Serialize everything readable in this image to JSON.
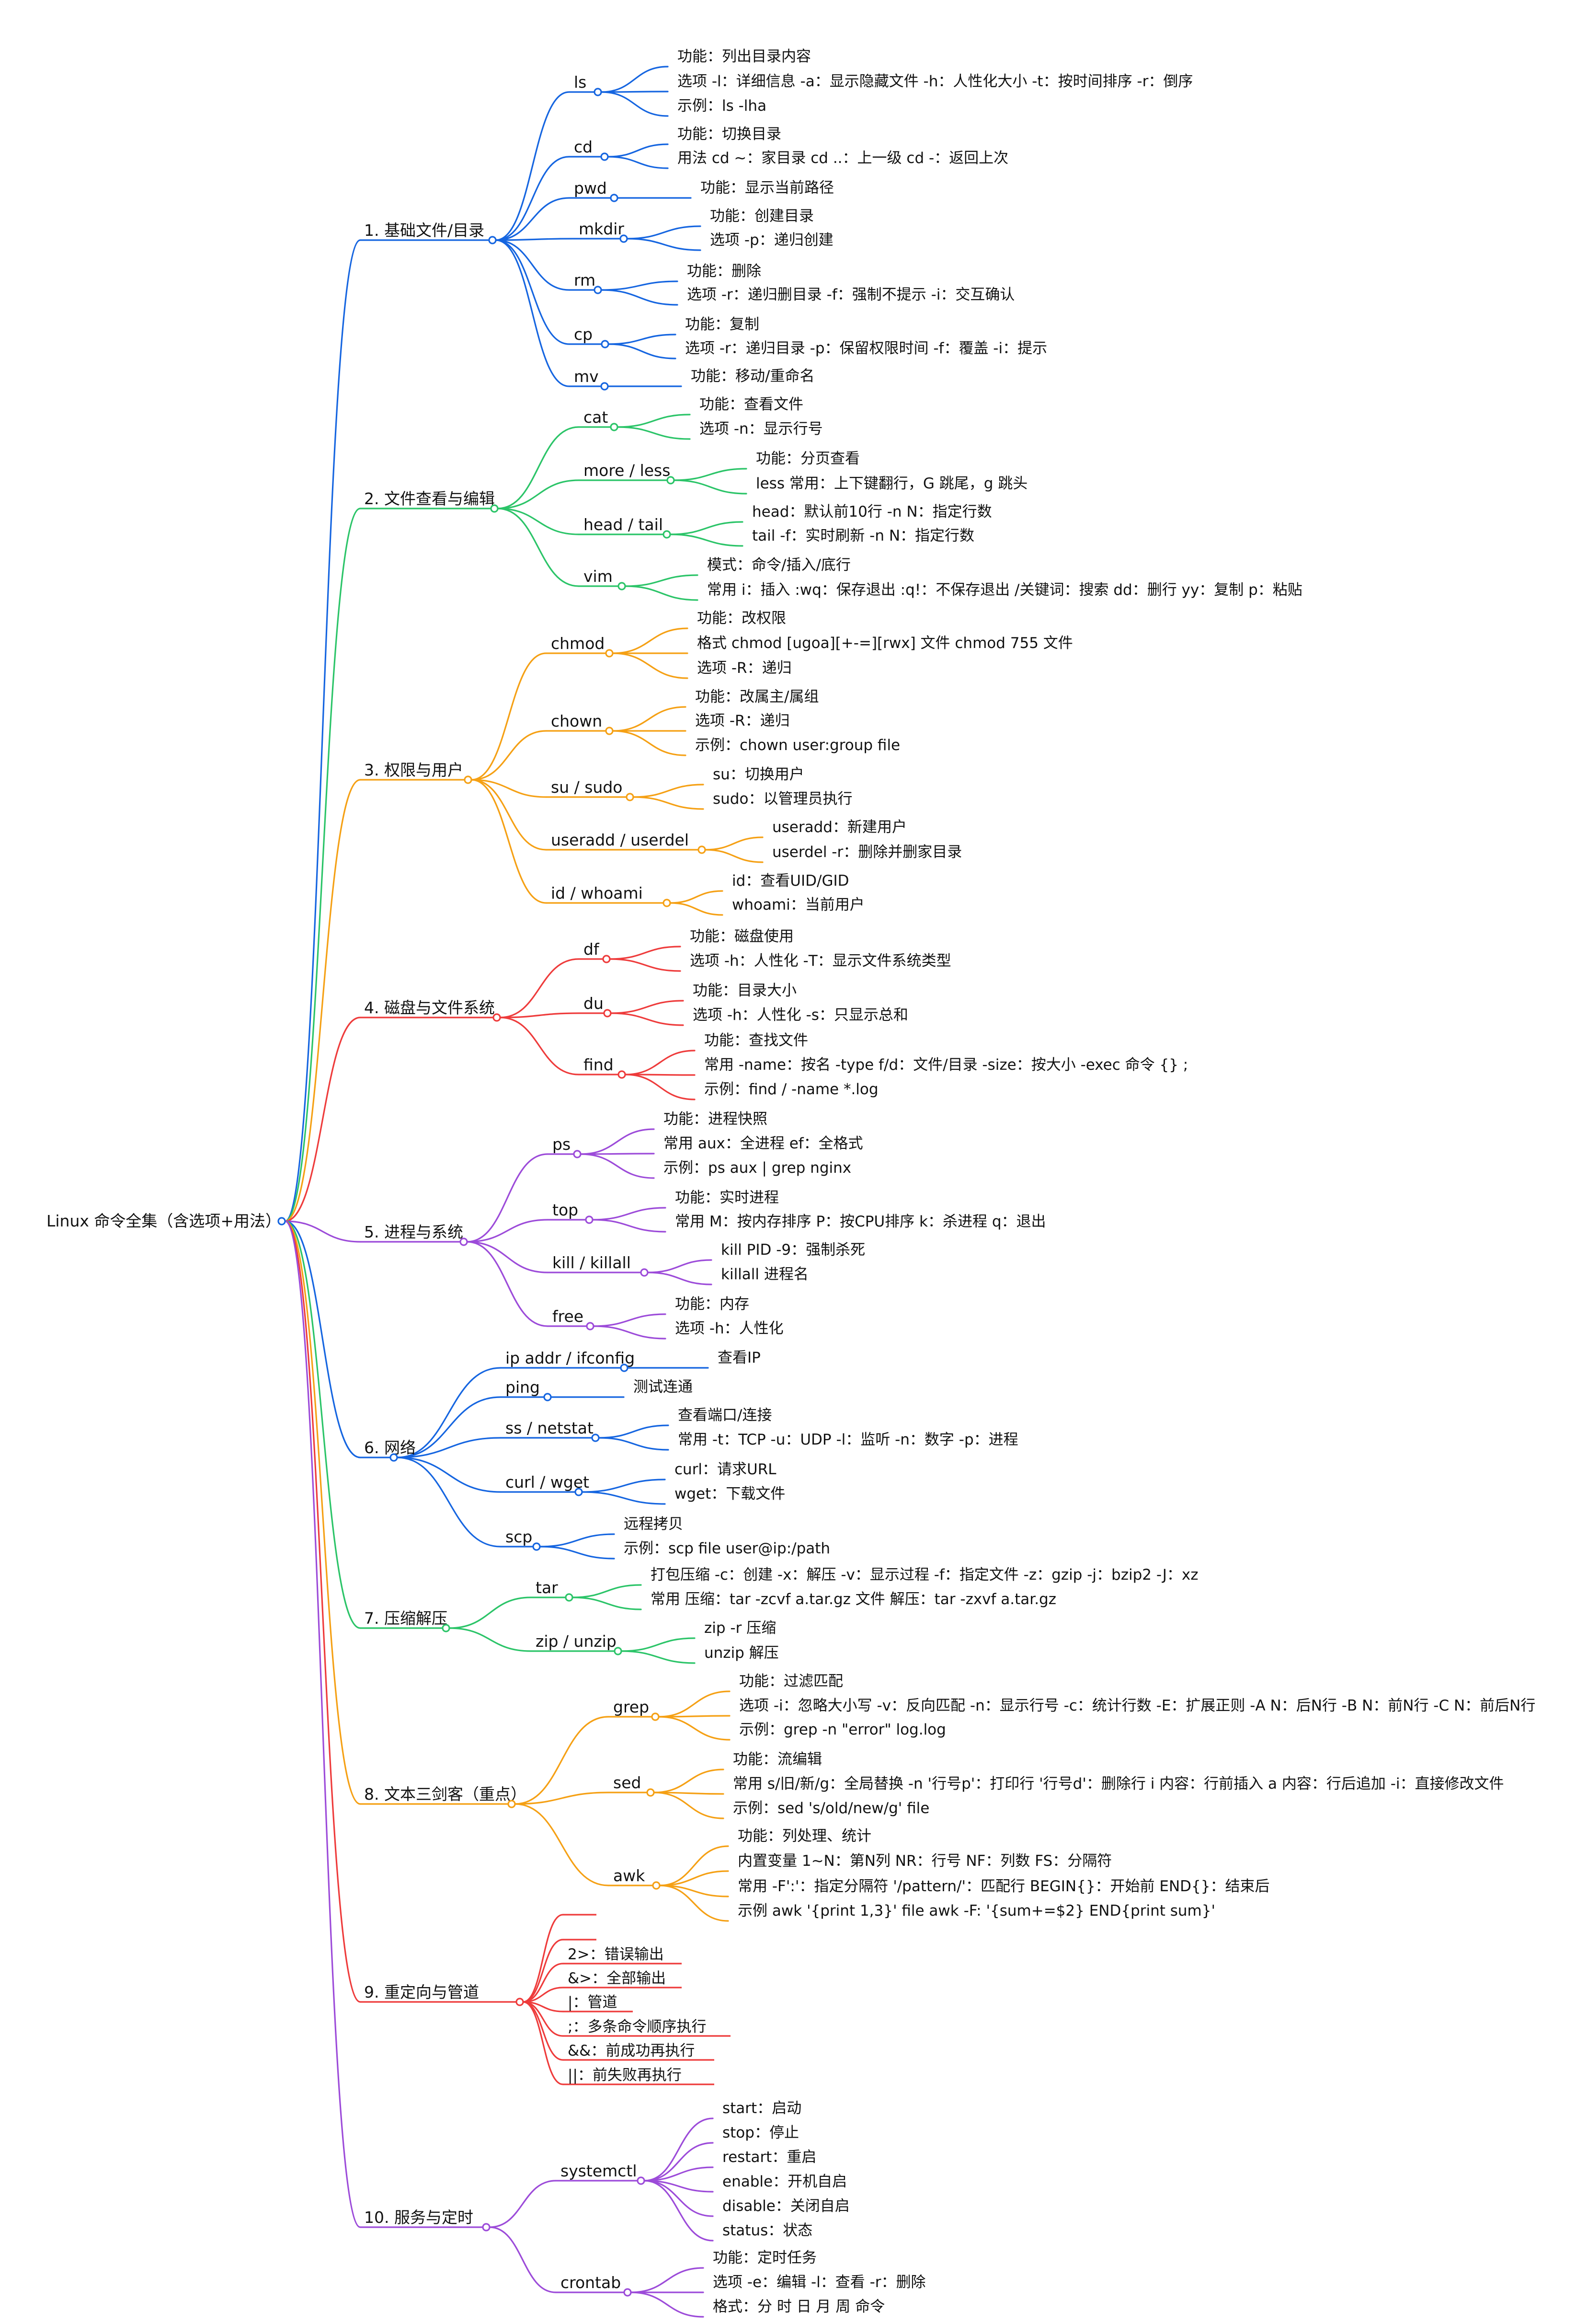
{
  "colors": {
    "blue": "#1565e0",
    "green": "#2bc468",
    "orange": "#f5a014",
    "red": "#ee3b3b",
    "purple": "#9c4bd9"
  },
  "root": "Linux 命令全集（含选项+用法）",
  "categories": [
    {
      "label": "1. 基础文件/目录",
      "color": "blue",
      "commands": [
        {
          "label": "ls",
          "items": [
            "功能：列出目录内容",
            "选项 -l：详细信息 -a：显示隐藏文件 -h：人性化大小 -t：按时间排序 -r：倒序",
            "示例：ls -lha"
          ]
        },
        {
          "label": "cd",
          "items": [
            "功能：切换目录",
            "用法 cd ~：家目录 cd ..：上一级 cd -：返回上次"
          ]
        },
        {
          "label": "pwd",
          "items": [
            "功能：显示当前路径"
          ]
        },
        {
          "label": "mkdir",
          "items": [
            "功能：创建目录",
            "选项 -p：递归创建"
          ]
        },
        {
          "label": "rm",
          "items": [
            "功能：删除",
            "选项 -r：递归删目录 -f：强制不提示 -i：交互确认"
          ]
        },
        {
          "label": "cp",
          "items": [
            "功能：复制",
            "选项 -r：递归目录 -p：保留权限时间 -f：覆盖 -i：提示"
          ]
        },
        {
          "label": "mv",
          "items": [
            "功能：移动/重命名"
          ]
        }
      ]
    },
    {
      "label": "2. 文件查看与编辑",
      "color": "green",
      "commands": [
        {
          "label": "cat",
          "items": [
            "功能：查看文件",
            "选项 -n：显示行号"
          ]
        },
        {
          "label": "more / less",
          "items": [
            "功能：分页查看",
            "less 常用：上下键翻行，G 跳尾，g 跳头"
          ]
        },
        {
          "label": "head / tail",
          "items": [
            "head：默认前10行 -n N：指定行数",
            "tail -f：实时刷新 -n N：指定行数"
          ]
        },
        {
          "label": "vim",
          "items": [
            "模式：命令/插入/底行",
            "常用 i：插入 :wq：保存退出 :q!：不保存退出 /关键词：搜索 dd：删行 yy：复制 p：粘贴"
          ]
        }
      ]
    },
    {
      "label": "3. 权限与用户",
      "color": "orange",
      "commands": [
        {
          "label": "chmod",
          "items": [
            "功能：改权限",
            "格式 chmod [ugoa][+-=][rwx] 文件 chmod 755 文件",
            "选项 -R：递归"
          ]
        },
        {
          "label": "chown",
          "items": [
            "功能：改属主/属组",
            "选项 -R：递归",
            "示例：chown user:group file"
          ]
        },
        {
          "label": "su / sudo",
          "items": [
            "su：切换用户",
            "sudo：以管理员执行"
          ]
        },
        {
          "label": "useradd / userdel",
          "items": [
            "useradd：新建用户",
            "userdel -r：删除并删家目录"
          ]
        },
        {
          "label": "id / whoami",
          "items": [
            "id：查看UID/GID",
            "whoami：当前用户"
          ]
        }
      ]
    },
    {
      "label": "4. 磁盘与文件系统",
      "color": "red",
      "commands": [
        {
          "label": "df",
          "items": [
            "功能：磁盘使用",
            "选项 -h：人性化 -T：显示文件系统类型"
          ]
        },
        {
          "label": "du",
          "items": [
            "功能：目录大小",
            "选项 -h：人性化 -s：只显示总和"
          ]
        },
        {
          "label": "find",
          "items": [
            "功能：查找文件",
            "常用 -name：按名 -type f/d：文件/目录 -size：按大小 -exec 命令 {} ;",
            "示例：find / -name *.log"
          ]
        }
      ]
    },
    {
      "label": "5. 进程与系统",
      "color": "purple",
      "commands": [
        {
          "label": "ps",
          "items": [
            "功能：进程快照",
            "常用 aux：全进程 ef：全格式",
            "示例：ps aux | grep nginx"
          ]
        },
        {
          "label": "top",
          "items": [
            "功能：实时进程",
            "常用 M：按内存排序 P：按CPU排序 k：杀进程 q：退出"
          ]
        },
        {
          "label": "kill / killall",
          "items": [
            "kill PID -9：强制杀死",
            "killall 进程名"
          ]
        },
        {
          "label": "free",
          "items": [
            "功能：内存",
            "选项 -h：人性化"
          ]
        }
      ]
    },
    {
      "label": "6. 网络",
      "color": "blue",
      "commands": [
        {
          "label": "ip addr / ifconfig",
          "items": [
            "查看IP"
          ]
        },
        {
          "label": "ping",
          "items": [
            "测试连通"
          ]
        },
        {
          "label": "ss / netstat",
          "items": [
            "查看端口/连接",
            "常用 -t：TCP -u：UDP -l：监听 -n：数字 -p：进程"
          ]
        },
        {
          "label": "curl / wget",
          "items": [
            "curl：请求URL",
            "wget：下载文件"
          ]
        },
        {
          "label": "scp",
          "items": [
            "远程拷贝",
            "示例：scp file user@ip:/path"
          ]
        }
      ]
    },
    {
      "label": "7. 压缩解压",
      "color": "green",
      "commands": [
        {
          "label": "tar",
          "items": [
            "打包压缩 -c：创建 -x：解压 -v：显示过程 -f：指定文件 -z：gzip -j：bzip2 -J：xz",
            "常用 压缩：tar -zcvf a.tar.gz 文件 解压：tar -zxvf a.tar.gz"
          ]
        },
        {
          "label": "zip / unzip",
          "items": [
            "zip -r 压缩",
            "unzip 解压"
          ]
        }
      ]
    },
    {
      "label": "8. 文本三剑客（重点）",
      "color": "orange",
      "commands": [
        {
          "label": "grep",
          "items": [
            "功能：过滤匹配",
            "选项 -i：忽略大小写 -v：反向匹配 -n：显示行号 -c：统计行数 -E：扩展正则 -A N：后N行 -B N：前N行 -C N：前后N行",
            "示例：grep -n \"error\" log.log"
          ]
        },
        {
          "label": "sed",
          "items": [
            "功能：流编辑",
            "常用 s/旧/新/g：全局替换 -n '行号p'：打印行 '行号d'：删除行 i 内容：行前插入 a 内容：行后追加 -i：直接修改文件",
            "示例：sed 's/old/new/g' file"
          ]
        },
        {
          "label": "awk",
          "items": [
            "功能：列处理、统计",
            "内置变量 1~N：第N列 NR：行号 NF：列数 FS：分隔符",
            "常用 -F':'：指定分隔符 '/pattern/'：匹配行 BEGIN{}：开始前 END{}：结束后",
            "示例 awk '{print 1,3}' file awk -F: '{sum+=$2} END{print sum}'"
          ]
        }
      ]
    },
    {
      "label": "9. 重定向与管道",
      "color": "red",
      "commands": [
        {
          "label": "",
          "items": []
        },
        {
          "label": "",
          "items": []
        },
        {
          "label": "2>：错误输出",
          "items": []
        },
        {
          "label": "&>：全部输出",
          "items": []
        },
        {
          "label": "|：管道",
          "items": []
        },
        {
          "label": ";：多条命令顺序执行",
          "items": []
        },
        {
          "label": "&&：前成功再执行",
          "items": []
        },
        {
          "label": "||：前失败再执行",
          "items": []
        }
      ]
    },
    {
      "label": "10. 服务与定时",
      "color": "purple",
      "commands": [
        {
          "label": "systemctl",
          "items": [
            "start：启动",
            "stop：停止",
            "restart：重启",
            "enable：开机自启",
            "disable：关闭自启",
            "status：状态"
          ]
        },
        {
          "label": "crontab",
          "items": [
            "功能：定时任务",
            "选项 -e：编辑 -l：查看 -r：删除",
            "格式：分 时 日 月 周 命令"
          ]
        }
      ]
    }
  ]
}
